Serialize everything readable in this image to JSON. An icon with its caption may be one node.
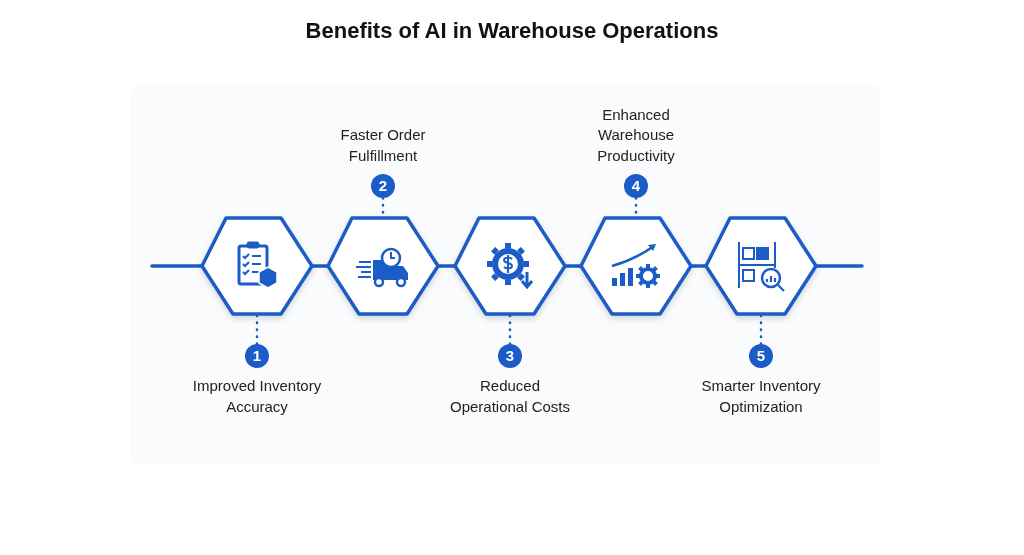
{
  "diagram": {
    "title": "Benefits of AI in Warehouse Operations",
    "nodes": [
      {
        "text": [],
        "shape": "hexagon"
      },
      {
        "text": [],
        "shape": "hexagon"
      },
      {
        "text": [],
        "shape": "hexagon"
      },
      {
        "text": [],
        "shape": "hexagon"
      },
      {
        "text": [],
        "shape": "hexagon"
      },
      {
        "text": [
          "1"
        ],
        "beside": [
          "Improved Inventory Accuracy"
        ]
      },
      {
        "text": [
          "2"
        ],
        "beside": [
          "Faster Order Fulfillment"
        ]
      },
      {
        "text": [
          "3"
        ],
        "beside": [
          "Reduced Operational Costs"
        ]
      },
      {
        "text": [
          "4"
        ],
        "beside": [
          "Enhanced Warehouse Productivity"
        ]
      },
      {
        "text": [
          "5"
        ],
        "beside": [
          "Smarter Inventory Optimization"
        ]
      }
    ],
    "edges": [
      {
        "from": null,
        "to": 0,
        "arrow": "none"
      },
      {
        "from": 0,
        "to": 1,
        "arrow": "none"
      },
      {
        "from": 1,
        "to": 2,
        "arrow": "none"
      },
      {
        "from": 2,
        "to": 3,
        "arrow": "none"
      },
      {
        "from": 3,
        "to": 4,
        "arrow": "none"
      },
      {
        "from": 4,
        "to": null,
        "arrow": "none"
      },
      {
        "from": 5,
        "to": 0,
        "arrow": "none",
        "style": "dashed"
      },
      {
        "from": 6,
        "to": 1,
        "arrow": "none",
        "style": "dashed"
      },
      {
        "from": 7,
        "to": 2,
        "arrow": "none",
        "style": "dashed"
      },
      {
        "from": 8,
        "to": 3,
        "arrow": "none",
        "style": "dashed"
      },
      {
        "from": 9,
        "to": 4,
        "arrow": "none",
        "style": "dashed"
      }
    ]
  }
}
